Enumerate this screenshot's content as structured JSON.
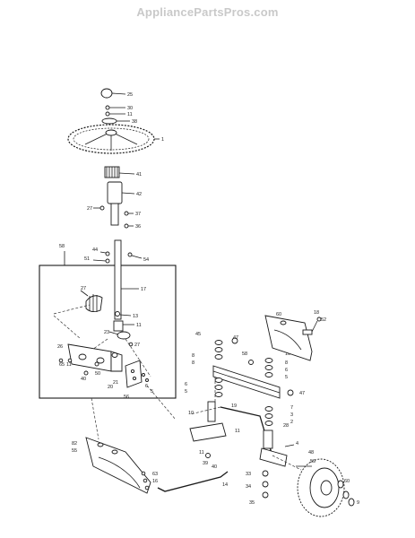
{
  "watermark": "AppliancePartsPros.com",
  "callouts": {
    "c_cap": "25",
    "c_nut": "30",
    "c_washer": "11",
    "c_adapter": "38",
    "c_wheel": "1",
    "c_gear": "41",
    "c_bushing": "42",
    "c_bolt_l": "27",
    "c_bolt_r": "37",
    "c_shaft_bottom": "36",
    "c_assy": "58",
    "c_shaft_washer": "44",
    "c_shaft_bolt": "51",
    "c_shaft_nut": "54",
    "c_shaft": "17",
    "c_sector": "27",
    "c_pin": "13",
    "c_pinion": "11",
    "c_clip": "23",
    "c_brk_a": "26",
    "c_brk_b": "65",
    "c_brk_c": "11",
    "c_brk_d": "40",
    "c_brk_e": "50",
    "c_brk_f": "27",
    "c_brk_g": "20",
    "c_brk_h": "6",
    "c_brk_i": "5",
    "c_brk_j": "56",
    "c_brk_k": "21",
    "c_lower_a": "82",
    "c_lower_b": "55",
    "c_lower_c": "63",
    "c_lower_d": "16",
    "c_lower_e": "40",
    "c_lower_f": "11",
    "c_lower_g": "14",
    "c_axle_a": "45",
    "c_axle_b": "8",
    "c_axle_c": "8",
    "c_axle_d": "6",
    "c_axle_e": "5",
    "c_axle_f": "47",
    "c_axle_g": "19",
    "c_axle_h": "10",
    "c_axle_i": "11",
    "c_axle_j": "39",
    "c_r_a": "10",
    "c_r_b": "8",
    "c_r_c": "6",
    "c_r_d": "5",
    "c_r_e": "47",
    "c_r_f": "7",
    "c_r_g": "3",
    "c_r_h": "2",
    "c_r_i": "33",
    "c_r_j": "34",
    "c_r_k": "35",
    "c_r_l": "4",
    "c_r_m": "48",
    "c_r_n": "28",
    "c_top_r_a": "60",
    "c_top_r_b": "18",
    "c_top_r_c": "52",
    "c_top_r_d": "58",
    "c_whl_a": "59",
    "c_whl_b": "60",
    "c_whl_c": "9"
  }
}
